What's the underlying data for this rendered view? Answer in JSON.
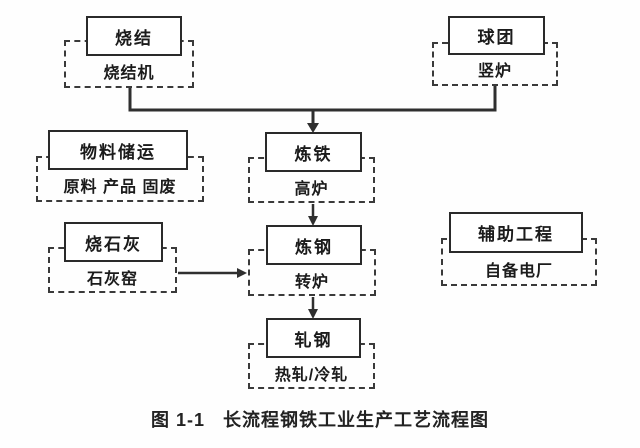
{
  "figure": {
    "caption_label": "图 1-1",
    "caption_title": "长流程钢铁工业生产工艺流程图"
  },
  "nodes": {
    "sinter": {
      "title": "烧结",
      "sub": "烧结机"
    },
    "pellet": {
      "title": "球团",
      "sub": "竖炉"
    },
    "material": {
      "title": "物料储运",
      "sub": "原料 产品 固废"
    },
    "ironmaking": {
      "title": "炼铁",
      "sub": "高炉"
    },
    "lime": {
      "title": "烧石灰",
      "sub": "石灰窑"
    },
    "steelmaking": {
      "title": "炼钢",
      "sub": "转炉"
    },
    "auxiliary": {
      "title": "辅助工程",
      "sub": "自备电厂"
    },
    "rolling": {
      "title": "轧钢",
      "sub": "热轧/冷轧"
    }
  },
  "edges": [
    {
      "from": "sinter",
      "to": "ironmaking"
    },
    {
      "from": "pellet",
      "to": "ironmaking"
    },
    {
      "from": "ironmaking",
      "to": "steelmaking"
    },
    {
      "from": "lime",
      "to": "steelmaking"
    },
    {
      "from": "steelmaking",
      "to": "rolling"
    }
  ],
  "colors": {
    "background": "#fefefe",
    "line": "#2f2f2f",
    "border_solid": "#2a2a2a",
    "border_dashed": "#3a3a3a",
    "text": "#1b1b1b"
  }
}
